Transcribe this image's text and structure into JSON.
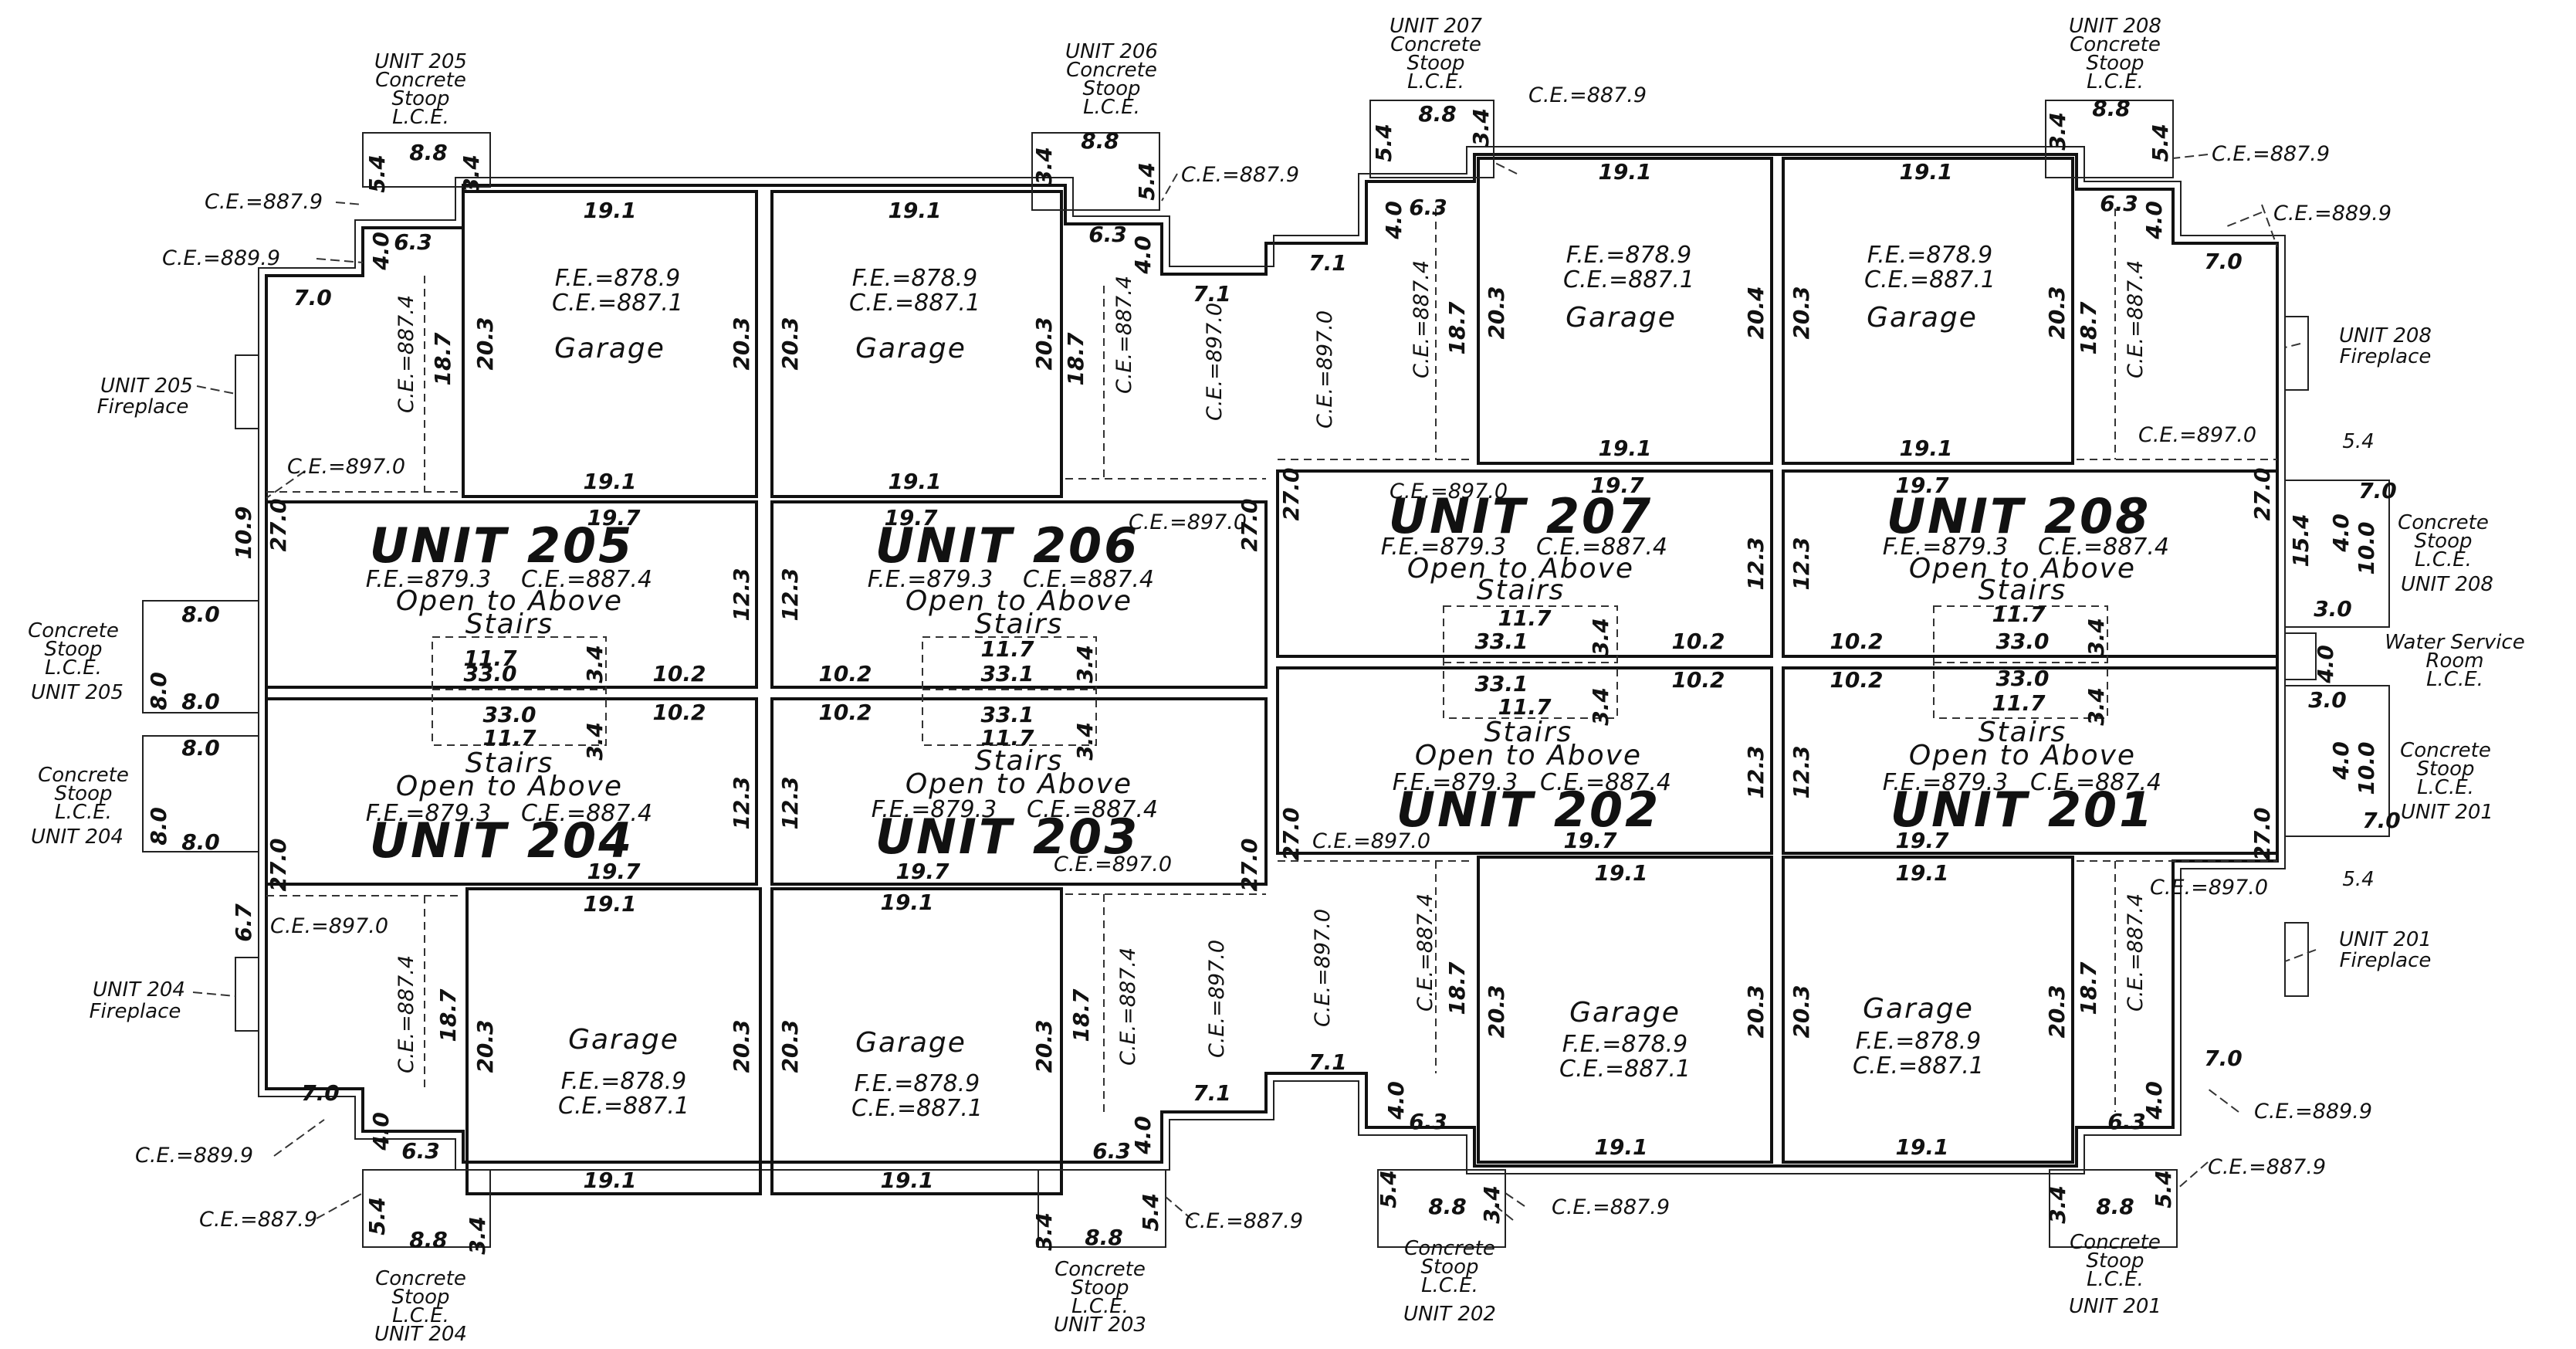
{
  "units": {
    "u205": {
      "name": "UNIT 205",
      "fe": "F.E.=879.3",
      "ce": "C.E.=887.4",
      "open": "Open to Above",
      "stairs": "Stairs"
    },
    "u206": {
      "name": "UNIT 206",
      "fe": "F.E.=879.3",
      "ce": "C.E.=887.4",
      "open": "Open to Above",
      "stairs": "Stairs"
    },
    "u207": {
      "name": "UNIT 207",
      "fe": "F.E.=879.3",
      "ce": "C.E.=887.4",
      "open": "Open to Above",
      "stairs": "Stairs"
    },
    "u208": {
      "name": "UNIT 208",
      "fe": "F.E.=879.3",
      "ce": "C.E.=887.4",
      "open": "Open to Above",
      "stairs": "Stairs"
    },
    "u204": {
      "name": "UNIT 204",
      "fe": "F.E.=879.3",
      "ce": "C.E.=887.4",
      "open": "Open to Above",
      "stairs": "Stairs"
    },
    "u203": {
      "name": "UNIT 203",
      "fe": "F.E.=879.3",
      "ce": "C.E.=887.4",
      "open": "Open to Above",
      "stairs": "Stairs"
    },
    "u202": {
      "name": "UNIT 202",
      "fe": "F.E.=879.3",
      "ce": "C.E.=887.4",
      "open": "Open to Above",
      "stairs": "Stairs"
    },
    "u201": {
      "name": "UNIT 201",
      "fe": "F.E.=879.3",
      "ce": "C.E.=887.4",
      "open": "Open to Above",
      "stairs": "Stairs"
    }
  },
  "garage": {
    "label": "Garage",
    "fe": "F.E.=878.9",
    "ce": "C.E.=887.1"
  },
  "dims": {
    "g_w": "19.1",
    "g_d": "20.3",
    "g_d2": "20.4",
    "u_w": "19.7",
    "u_d": "27.0",
    "u_s": "12.3",
    "side": "18.7",
    "tw": "6.3",
    "th": "4.0",
    "tb": "7.0",
    "tb2": "7.1",
    "st_l": "11.7",
    "st_a": "33.0",
    "st_b": "33.1",
    "st_c": "3.4",
    "st_d": "10.2",
    "stoop_w": "8.8",
    "stoop_d": "5.4",
    "stoop_t": "3.4",
    "stoop_s": "8.0",
    "d109": "10.9",
    "d67": "6.7",
    "d154": "15.4",
    "d100": "10.0",
    "d30": "3.0",
    "d40": "4.0",
    "d70": "7.0",
    "d54": "5.4"
  },
  "ce": {
    "c879": "C.E.=887.9",
    "c899": "C.E.=889.9",
    "c970": "C.E.=897.0",
    "c874": "C.E.=887.4"
  },
  "callouts": {
    "s205": [
      "UNIT 205",
      "Concrete",
      "Stoop",
      "L.C.E."
    ],
    "s206": [
      "UNIT 206",
      "Concrete",
      "Stoop",
      "L.C.E."
    ],
    "s207": [
      "UNIT 207",
      "Concrete",
      "Stoop",
      "L.C.E."
    ],
    "s208": [
      "UNIT 208",
      "Concrete",
      "Stoop",
      "L.C.E."
    ],
    "s204": [
      "Concrete",
      "Stoop",
      "L.C.E.",
      "UNIT 204"
    ],
    "s203": [
      "Concrete",
      "Stoop",
      "L.C.E.",
      "UNIT 203"
    ],
    "s202": [
      "Concrete",
      "Stoop",
      "L.C.E.",
      "UNIT 202"
    ],
    "s201": [
      "Concrete",
      "Stoop",
      "L.C.E.",
      "UNIT 201"
    ],
    "ls205": [
      "Concrete",
      "Stoop",
      "L.C.E.",
      "UNIT 205"
    ],
    "ls204": [
      "Concrete",
      "Stoop",
      "L.C.E.",
      "UNIT 204"
    ],
    "rs208": [
      "Concrete",
      "Stoop",
      "L.C.E.",
      "UNIT 208"
    ],
    "rs201": [
      "Concrete",
      "Stoop",
      "L.C.E.",
      "UNIT 201"
    ],
    "f205": [
      "UNIT 205",
      "Fireplace"
    ],
    "f204": [
      "UNIT 204",
      "Fireplace"
    ],
    "f208": [
      "UNIT 208",
      "Fireplace"
    ],
    "f201": [
      "UNIT 201",
      "Fireplace"
    ],
    "water": [
      "Water Service",
      "Room",
      "L.C.E."
    ]
  }
}
